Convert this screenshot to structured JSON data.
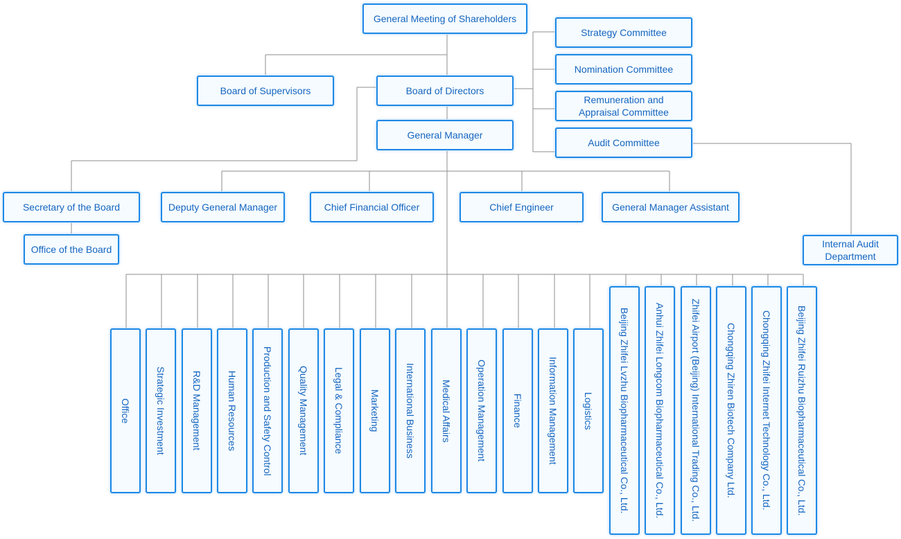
{
  "boxes": {
    "shareholders": "General Meeting of Shareholders",
    "supervisors": "Board of Supervisors",
    "directors": "Board of Directors",
    "strategy": "Strategy Committee",
    "nomination": "Nomination Committee",
    "remuneration": "Remuneration and Appraisal Committee",
    "audit": "Audit Committee",
    "general_manager": "General Manager",
    "secretary": "Secretary of the Board",
    "office_board": "Office of the Board",
    "deputy_gm": "Deputy General Manager",
    "cfo": "Chief Financial Officer",
    "chief_engineer": "Chief Engineer",
    "gm_assistant": "General Manager Assistant",
    "internal_audit": "Internal Audit Department"
  },
  "departments": [
    "Office",
    "Strategic Investment",
    "R&D Management",
    "Human Resources",
    "Production and Safety Control",
    "Quality Management",
    "Legal & Compliance",
    "Marketing",
    "International Business",
    "Medical Affairs",
    "Operation Management",
    "Finance",
    "Information Management",
    "Logistics"
  ],
  "subsidiaries": [
    "Beijing Zhifei Lvzhu Biopharmaceutical Co., Ltd.",
    "Anhui Zhifei Longcom Biopharmaceutical Co., Ltd.",
    "Zhifei Airport (Beijing) International Trading Co., Ltd.",
    "Chongqing Zhiren Biotech Company Ltd.",
    "Chongqing Zhifei Internet Technology Co., Ltd.",
    "Beijing Zhifei Ruizhu Biopharmaceutical Co., Ltd."
  ]
}
